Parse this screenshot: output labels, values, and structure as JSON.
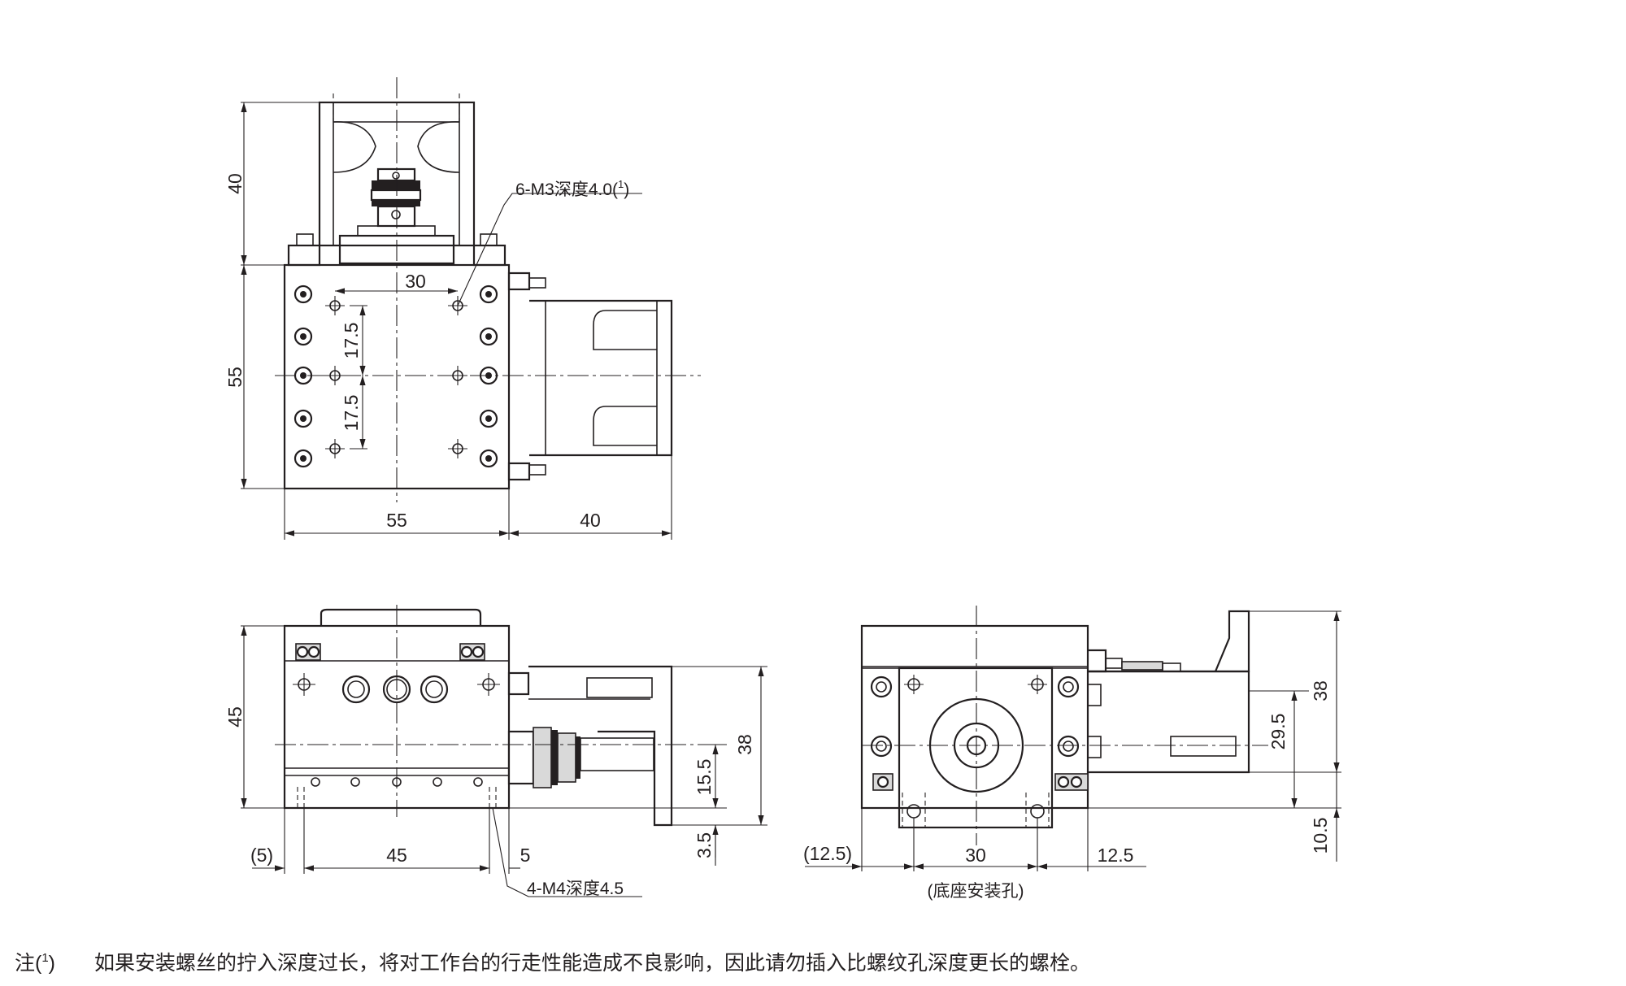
{
  "callouts": {
    "top_holes": "6-M3深度4.0(",
    "top_holes_sup": "1",
    "top_holes_close": ")",
    "front_holes": "4-M4深度4.5",
    "base_holes": "(底座安装孔)"
  },
  "top_view": {
    "dim_height_upper": "40",
    "dim_height_main": "55",
    "dim_hole_spacing": "30",
    "dim_pitch_upper": "17.5",
    "dim_pitch_lower": "17.5",
    "dim_width_main": "55",
    "dim_width_side": "40"
  },
  "front_view": {
    "dim_height": "45",
    "dim_motor_height": "38",
    "dim_shaft_height": "15.5",
    "dim_offset": "3.5",
    "dim_left": "(5)",
    "dim_holes": "45",
    "dim_right": "5"
  },
  "side_view": {
    "dim_left": "(12.5)",
    "dim_holes": "30",
    "dim_right": "12.5",
    "dim_total_height": "38",
    "dim_center_height": "29.5",
    "dim_base": "10.5"
  },
  "footnote": {
    "marker": "注(",
    "marker_sup": "1",
    "marker_close": ")",
    "text": "如果安装螺丝的拧入深度过长，将对工作台的行走性能造成不良影响，因此请勿插入比螺纹孔深度更长的螺栓。"
  }
}
